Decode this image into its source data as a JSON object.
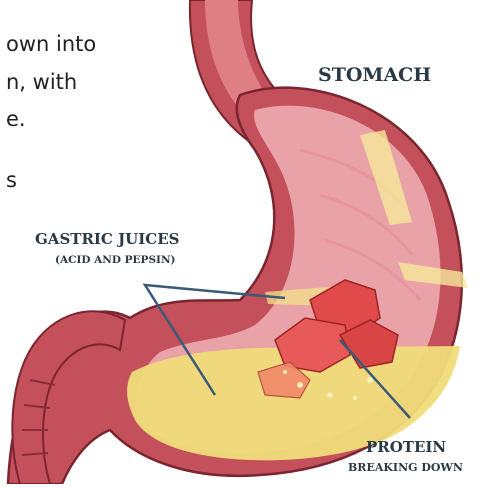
{
  "intro_text_fragments": [
    "own into",
    "n, with",
    "e.",
    "s"
  ],
  "labels": {
    "stomach": "STOMACH",
    "gastric_title": "GASTRIC JUICES",
    "gastric_sub": "(ACID AND PEPSIN)",
    "protein_title": "PROTEIN",
    "protein_sub": "BREAKING DOWN"
  },
  "colors": {
    "stomach_wall": "#c4505c",
    "stomach_inner": "#e9a3a8",
    "juice": "#f0dc7a",
    "protein": "#e04a4a",
    "pointer_line": "#3a5a78",
    "label_text": "#2a3a45"
  }
}
